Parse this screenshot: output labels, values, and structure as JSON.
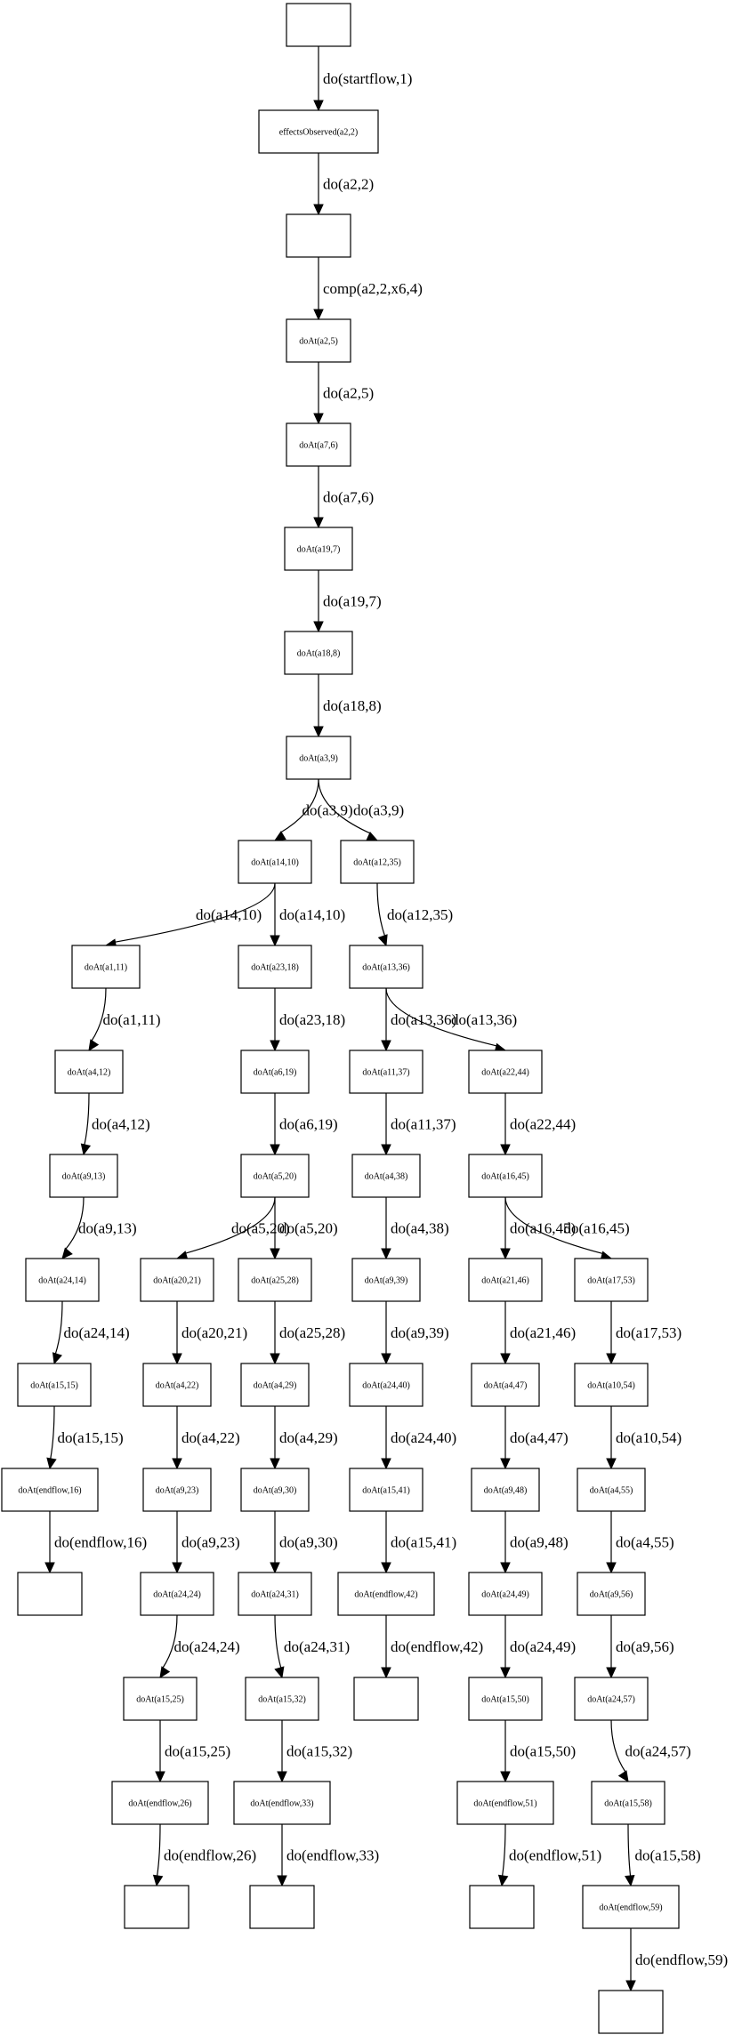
{
  "diagram": {
    "nodes": [
      {
        "id": "n_start",
        "label": ""
      },
      {
        "id": "n_eff",
        "label": "effectsObserved(a2,2)"
      },
      {
        "id": "n_blank1",
        "label": ""
      },
      {
        "id": "n_a2_5",
        "label": "doAt(a2,5)"
      },
      {
        "id": "n_a7_6",
        "label": "doAt(a7,6)"
      },
      {
        "id": "n_a19_7",
        "label": "doAt(a19,7)"
      },
      {
        "id": "n_a18_8",
        "label": "doAt(a18,8)"
      },
      {
        "id": "n_a3_9",
        "label": "doAt(a3,9)"
      },
      {
        "id": "n_a14_10",
        "label": "doAt(a14,10)"
      },
      {
        "id": "n_a12_35",
        "label": "doAt(a12,35)"
      },
      {
        "id": "n_a1_11",
        "label": "doAt(a1,11)"
      },
      {
        "id": "n_a23_18",
        "label": "doAt(a23,18)"
      },
      {
        "id": "n_a13_36",
        "label": "doAt(a13,36)"
      },
      {
        "id": "n_a4_12",
        "label": "doAt(a4,12)"
      },
      {
        "id": "n_a6_19",
        "label": "doAt(a6,19)"
      },
      {
        "id": "n_a11_37",
        "label": "doAt(a11,37)"
      },
      {
        "id": "n_a22_44",
        "label": "doAt(a22,44)"
      },
      {
        "id": "n_a9_13",
        "label": "doAt(a9,13)"
      },
      {
        "id": "n_a5_20",
        "label": "doAt(a5,20)"
      },
      {
        "id": "n_a4_38",
        "label": "doAt(a4,38)"
      },
      {
        "id": "n_a16_45",
        "label": "doAt(a16,45)"
      },
      {
        "id": "n_a24_14",
        "label": "doAt(a24,14)"
      },
      {
        "id": "n_a20_21",
        "label": "doAt(a20,21)"
      },
      {
        "id": "n_a25_28",
        "label": "doAt(a25,28)"
      },
      {
        "id": "n_a9_39",
        "label": "doAt(a9,39)"
      },
      {
        "id": "n_a21_46",
        "label": "doAt(a21,46)"
      },
      {
        "id": "n_a17_53",
        "label": "doAt(a17,53)"
      },
      {
        "id": "n_a15_15",
        "label": "doAt(a15,15)"
      },
      {
        "id": "n_a4_22",
        "label": "doAt(a4,22)"
      },
      {
        "id": "n_a4_29",
        "label": "doAt(a4,29)"
      },
      {
        "id": "n_a24_40",
        "label": "doAt(a24,40)"
      },
      {
        "id": "n_a4_47",
        "label": "doAt(a4,47)"
      },
      {
        "id": "n_a10_54",
        "label": "doAt(a10,54)"
      },
      {
        "id": "n_end16",
        "label": "doAt(endflow,16)"
      },
      {
        "id": "n_a9_23",
        "label": "doAt(a9,23)"
      },
      {
        "id": "n_a9_30",
        "label": "doAt(a9,30)"
      },
      {
        "id": "n_a15_41",
        "label": "doAt(a15,41)"
      },
      {
        "id": "n_a9_48",
        "label": "doAt(a9,48)"
      },
      {
        "id": "n_a4_55",
        "label": "doAt(a4,55)"
      },
      {
        "id": "n_blank16",
        "label": ""
      },
      {
        "id": "n_a24_24",
        "label": "doAt(a24,24)"
      },
      {
        "id": "n_a24_31",
        "label": "doAt(a24,31)"
      },
      {
        "id": "n_end42",
        "label": "doAt(endflow,42)"
      },
      {
        "id": "n_a24_49",
        "label": "doAt(a24,49)"
      },
      {
        "id": "n_a9_56",
        "label": "doAt(a9,56)"
      },
      {
        "id": "n_a15_25",
        "label": "doAt(a15,25)"
      },
      {
        "id": "n_a15_32",
        "label": "doAt(a15,32)"
      },
      {
        "id": "n_blank42",
        "label": ""
      },
      {
        "id": "n_a15_50",
        "label": "doAt(a15,50)"
      },
      {
        "id": "n_a24_57",
        "label": "doAt(a24,57)"
      },
      {
        "id": "n_end26",
        "label": "doAt(endflow,26)"
      },
      {
        "id": "n_end33",
        "label": "doAt(endflow,33)"
      },
      {
        "id": "n_end51",
        "label": "doAt(endflow,51)"
      },
      {
        "id": "n_a15_58",
        "label": "doAt(a15,58)"
      },
      {
        "id": "n_blank26",
        "label": ""
      },
      {
        "id": "n_blank33",
        "label": ""
      },
      {
        "id": "n_blank51",
        "label": ""
      },
      {
        "id": "n_end59",
        "label": "doAt(endflow,59)"
      },
      {
        "id": "n_blank59",
        "label": ""
      }
    ],
    "edges": [
      {
        "from": "n_start",
        "to": "n_eff",
        "label": "do(startflow,1)"
      },
      {
        "from": "n_eff",
        "to": "n_blank1",
        "label": "do(a2,2)"
      },
      {
        "from": "n_blank1",
        "to": "n_a2_5",
        "label": "comp(a2,2,x6,4)"
      },
      {
        "from": "n_a2_5",
        "to": "n_a7_6",
        "label": "do(a2,5)"
      },
      {
        "from": "n_a7_6",
        "to": "n_a19_7",
        "label": "do(a7,6)"
      },
      {
        "from": "n_a19_7",
        "to": "n_a18_8",
        "label": "do(a19,7)"
      },
      {
        "from": "n_a18_8",
        "to": "n_a3_9",
        "label": "do(a18,8)"
      },
      {
        "from": "n_a3_9",
        "to": "n_a14_10",
        "label": "do(a3,9)"
      },
      {
        "from": "n_a3_9",
        "to": "n_a12_35",
        "label": "do(a3,9)"
      },
      {
        "from": "n_a14_10",
        "to": "n_a1_11",
        "label": "do(a14,10)"
      },
      {
        "from": "n_a14_10",
        "to": "n_a23_18",
        "label": "do(a14,10)"
      },
      {
        "from": "n_a12_35",
        "to": "n_a13_36",
        "label": "do(a12,35)"
      },
      {
        "from": "n_a1_11",
        "to": "n_a4_12",
        "label": "do(a1,11)"
      },
      {
        "from": "n_a23_18",
        "to": "n_a6_19",
        "label": "do(a23,18)"
      },
      {
        "from": "n_a13_36",
        "to": "n_a11_37",
        "label": "do(a13,36)"
      },
      {
        "from": "n_a13_36",
        "to": "n_a22_44",
        "label": "do(a13,36)"
      },
      {
        "from": "n_a4_12",
        "to": "n_a9_13",
        "label": "do(a4,12)"
      },
      {
        "from": "n_a6_19",
        "to": "n_a5_20",
        "label": "do(a6,19)"
      },
      {
        "from": "n_a11_37",
        "to": "n_a4_38",
        "label": "do(a11,37)"
      },
      {
        "from": "n_a22_44",
        "to": "n_a16_45",
        "label": "do(a22,44)"
      },
      {
        "from": "n_a9_13",
        "to": "n_a24_14",
        "label": "do(a9,13)"
      },
      {
        "from": "n_a5_20",
        "to": "n_a20_21",
        "label": "do(a5,20)"
      },
      {
        "from": "n_a5_20",
        "to": "n_a25_28",
        "label": "do(a5,20)"
      },
      {
        "from": "n_a4_38",
        "to": "n_a9_39",
        "label": "do(a4,38)"
      },
      {
        "from": "n_a16_45",
        "to": "n_a21_46",
        "label": "do(a16,45)"
      },
      {
        "from": "n_a16_45",
        "to": "n_a17_53",
        "label": "do(a16,45)"
      },
      {
        "from": "n_a24_14",
        "to": "n_a15_15",
        "label": "do(a24,14)"
      },
      {
        "from": "n_a20_21",
        "to": "n_a4_22",
        "label": "do(a20,21)"
      },
      {
        "from": "n_a25_28",
        "to": "n_a4_29",
        "label": "do(a25,28)"
      },
      {
        "from": "n_a9_39",
        "to": "n_a24_40",
        "label": "do(a9,39)"
      },
      {
        "from": "n_a21_46",
        "to": "n_a4_47",
        "label": "do(a21,46)"
      },
      {
        "from": "n_a17_53",
        "to": "n_a10_54",
        "label": "do(a17,53)"
      },
      {
        "from": "n_a15_15",
        "to": "n_end16",
        "label": "do(a15,15)"
      },
      {
        "from": "n_a4_22",
        "to": "n_a9_23",
        "label": "do(a4,22)"
      },
      {
        "from": "n_a4_29",
        "to": "n_a9_30",
        "label": "do(a4,29)"
      },
      {
        "from": "n_a24_40",
        "to": "n_a15_41",
        "label": "do(a24,40)"
      },
      {
        "from": "n_a4_47",
        "to": "n_a9_48",
        "label": "do(a4,47)"
      },
      {
        "from": "n_a10_54",
        "to": "n_a4_55",
        "label": "do(a10,54)"
      },
      {
        "from": "n_end16",
        "to": "n_blank16",
        "label": "do(endflow,16)"
      },
      {
        "from": "n_a9_23",
        "to": "n_a24_24",
        "label": "do(a9,23)"
      },
      {
        "from": "n_a9_30",
        "to": "n_a24_31",
        "label": "do(a9,30)"
      },
      {
        "from": "n_a15_41",
        "to": "n_end42",
        "label": "do(a15,41)"
      },
      {
        "from": "n_a9_48",
        "to": "n_a24_49",
        "label": "do(a9,48)"
      },
      {
        "from": "n_a4_55",
        "to": "n_a9_56",
        "label": "do(a4,55)"
      },
      {
        "from": "n_a24_24",
        "to": "n_a15_25",
        "label": "do(a24,24)"
      },
      {
        "from": "n_a24_31",
        "to": "n_a15_32",
        "label": "do(a24,31)"
      },
      {
        "from": "n_end42",
        "to": "n_blank42",
        "label": "do(endflow,42)"
      },
      {
        "from": "n_a24_49",
        "to": "n_a15_50",
        "label": "do(a24,49)"
      },
      {
        "from": "n_a9_56",
        "to": "n_a24_57",
        "label": "do(a9,56)"
      },
      {
        "from": "n_a15_25",
        "to": "n_end26",
        "label": "do(a15,25)"
      },
      {
        "from": "n_a15_32",
        "to": "n_end33",
        "label": "do(a15,32)"
      },
      {
        "from": "n_a15_50",
        "to": "n_end51",
        "label": "do(a15,50)"
      },
      {
        "from": "n_a24_57",
        "to": "n_a15_58",
        "label": "do(a24,57)"
      },
      {
        "from": "n_end26",
        "to": "n_blank26",
        "label": "do(endflow,26)"
      },
      {
        "from": "n_end33",
        "to": "n_blank33",
        "label": "do(endflow,33)"
      },
      {
        "from": "n_end51",
        "to": "n_blank51",
        "label": "do(endflow,51)"
      },
      {
        "from": "n_a15_58",
        "to": "n_end59",
        "label": "do(a15,58)"
      },
      {
        "from": "n_end59",
        "to": "n_blank59",
        "label": "do(endflow,59)"
      }
    ]
  }
}
